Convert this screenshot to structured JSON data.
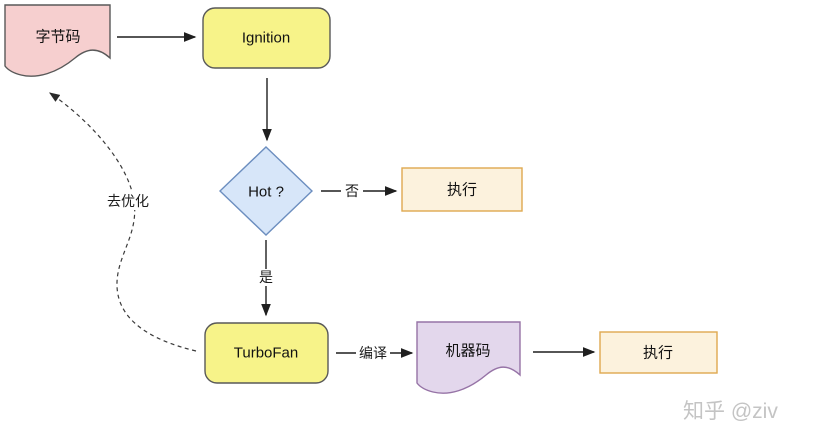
{
  "diagram": {
    "description": "V8 engine pipeline flowchart",
    "nodes": {
      "bytecode": {
        "label": "字节码",
        "shape": "document",
        "fill": "#f6cfcf",
        "stroke": "#595959"
      },
      "ignition": {
        "label": "Ignition",
        "shape": "rounded-rect",
        "fill": "#f7f389",
        "stroke": "#595959"
      },
      "hot": {
        "label": "Hot ?",
        "shape": "diamond",
        "fill": "#d7e6f9",
        "stroke": "#6c8ebf"
      },
      "execute_no": {
        "label": "执行",
        "shape": "rect",
        "fill": "#fcf2dd",
        "stroke": "#dfa94f"
      },
      "turbofan": {
        "label": "TurboFan",
        "shape": "rounded-rect",
        "fill": "#f7f389",
        "stroke": "#595959"
      },
      "machine_code": {
        "label": "机器码",
        "shape": "document",
        "fill": "#e3d7ec",
        "stroke": "#9673a6"
      },
      "execute_yes": {
        "label": "执行",
        "shape": "rect",
        "fill": "#fcf2dd",
        "stroke": "#dfa94f"
      }
    },
    "edges": {
      "bytecode_to_ignition": {
        "from": "bytecode",
        "to": "ignition"
      },
      "ignition_to_hot": {
        "from": "ignition",
        "to": "hot"
      },
      "hot_to_execute": {
        "from": "hot",
        "to": "execute_no",
        "label": "否"
      },
      "hot_to_turbofan": {
        "from": "hot",
        "to": "turbofan",
        "label": "是"
      },
      "turbofan_to_machine": {
        "from": "turbofan",
        "to": "machine_code",
        "label": "编译"
      },
      "machine_to_execute": {
        "from": "machine_code",
        "to": "execute_yes"
      },
      "turbofan_to_bytecode": {
        "from": "turbofan",
        "to": "bytecode",
        "label": "去优化",
        "style": "dashed"
      }
    },
    "watermark": "知乎 @ziv"
  }
}
